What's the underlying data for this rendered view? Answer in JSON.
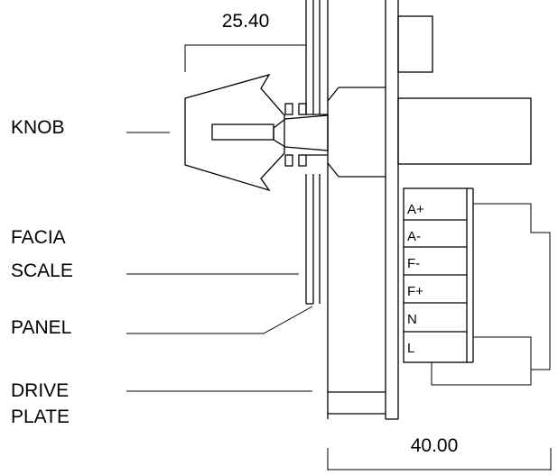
{
  "dimensions": {
    "top": "25.40",
    "bottom": "40.00"
  },
  "labels": {
    "knob": "KNOB",
    "facia": "FACIA",
    "scale": "SCALE",
    "panel": "PANEL",
    "drive_line1": "DRIVE",
    "drive_line2": "PLATE"
  },
  "terminals": [
    "A+",
    "A-",
    "F-",
    "F+",
    "N",
    "L"
  ]
}
